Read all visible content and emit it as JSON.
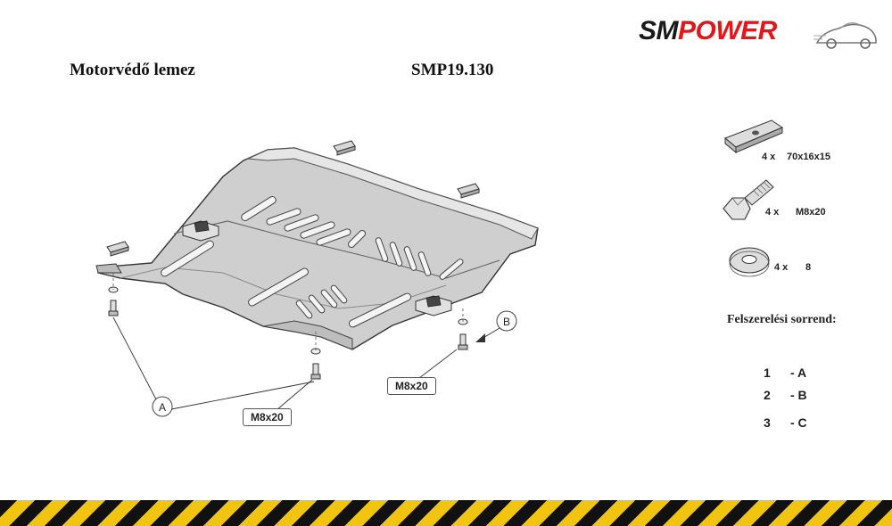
{
  "header": {
    "title": "Motorvédő lemez",
    "code": "SMP19.130",
    "logo": {
      "part1": "SM",
      "part2": "POWER"
    }
  },
  "hardware": [
    {
      "qty": "4 x",
      "size": "70x16x15",
      "icon": "plate-nut-icon"
    },
    {
      "qty": "4 x",
      "size": "M8x20",
      "icon": "bolt-icon"
    },
    {
      "qty": "4 x",
      "size": "8",
      "icon": "washer-icon"
    }
  ],
  "install_order": {
    "title": "Felszerelési sorrend:",
    "steps": [
      {
        "num": "1",
        "val": "- A"
      },
      {
        "num": "2",
        "val": "- B"
      },
      {
        "num": "3",
        "val": "- C"
      }
    ]
  },
  "diagram": {
    "callout_a": "A",
    "callout_b": "B",
    "bolt_label_left": "M8x20",
    "bolt_label_right": "M8x20"
  },
  "colors": {
    "logo_red": "#e3161a",
    "stripe_yellow": "#f1c40f",
    "stripe_black": "#111111",
    "plate_fill": "#c9c9c9"
  }
}
